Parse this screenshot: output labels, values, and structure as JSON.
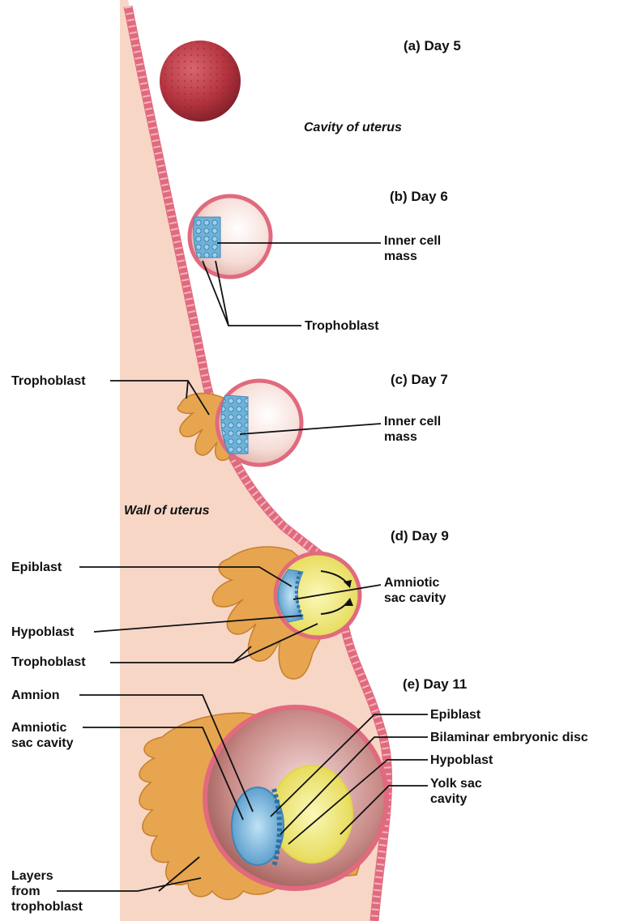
{
  "stages": {
    "a": "(a) Day 5",
    "b": "(b) Day 6",
    "c": "(c) Day 7",
    "d": "(d) Day 9",
    "e": "(e) Day 11"
  },
  "regions": {
    "cavity": "Cavity of uterus",
    "wall": "Wall of uterus"
  },
  "labels": {
    "b_inner_cell_mass": "Inner cell\nmass",
    "b_trophoblast": "Trophoblast",
    "c_trophoblast": "Trophoblast",
    "c_inner_cell_mass": "Inner cell\nmass",
    "d_epiblast": "Epiblast",
    "d_hypoblast": "Hypoblast",
    "d_trophoblast": "Trophoblast",
    "d_amniotic_sac_cavity": "Amniotic\nsac cavity",
    "e_amnion": "Amnion",
    "e_amniotic_sac_cavity": "Amniotic\nsac cavity",
    "e_layers_from_trophoblast": "Layers\nfrom\ntrophoblast",
    "e_epiblast": "Epiblast",
    "e_bilaminar_disc": "Bilaminar embryonic disc",
    "e_hypoblast": "Hypoblast",
    "e_yolk_sac_cavity": "Yolk sac\ncavity"
  },
  "colors": {
    "uterine_wall": "#f7d6c6",
    "epithelium": "#e06a7e",
    "trophoblast": "#e7a550",
    "inner_cell_mass": "#6fb2d8",
    "yolk": "#f0e860",
    "blastocyst_interior": "#f3d2cc",
    "morula": "#b5343f"
  }
}
